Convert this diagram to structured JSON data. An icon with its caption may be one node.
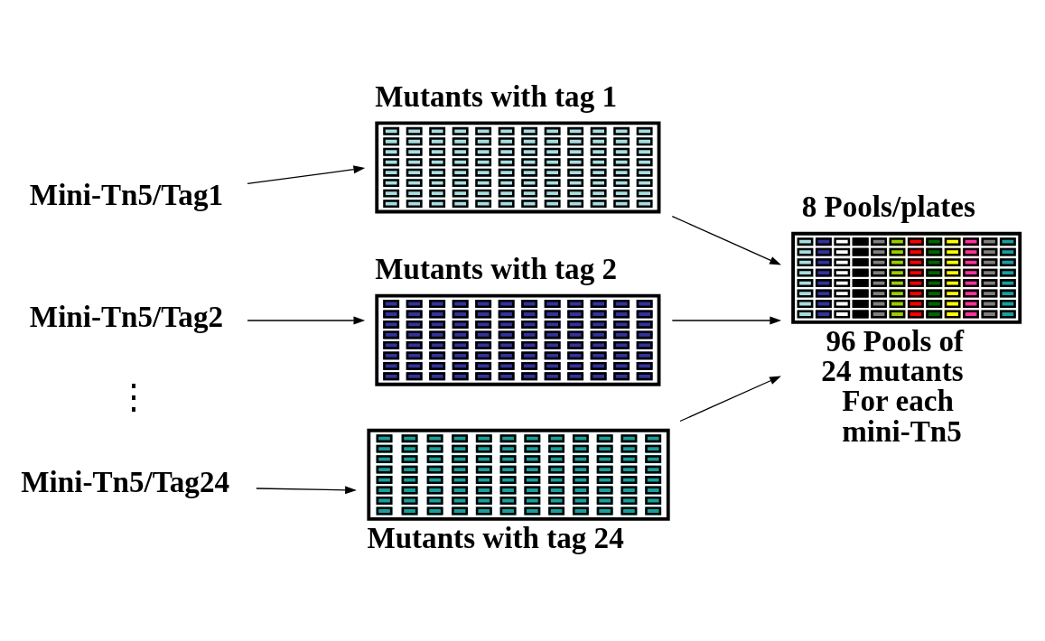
{
  "diagram": {
    "nodes": [
      {
        "text": [
          "Mini-Tn5/Tag1"
        ]
      },
      {
        "text": [
          "Mutants with tag 1"
        ]
      },
      {
        "text": [
          "Mini-Tn5/Tag2"
        ]
      },
      {
        "text": [
          "Mutants with tag 2"
        ]
      },
      {
        "text": [
          "Mini-Tn5/Tag24"
        ]
      },
      {
        "text": [
          "Mutants with tag 24"
        ]
      },
      {
        "text": [
          "8 Pools/plates",
          "96 Pools of 24 mutants For each mini-Tn5"
        ]
      }
    ],
    "edges": [
      {
        "from": 0,
        "to": 1,
        "arrow": "to"
      },
      {
        "from": 2,
        "to": 3,
        "arrow": "to"
      },
      {
        "from": 4,
        "to": 5,
        "arrow": "to"
      },
      {
        "from": 1,
        "to": 6,
        "arrow": "to"
      },
      {
        "from": 3,
        "to": 6,
        "arrow": "to"
      },
      {
        "from": 5,
        "to": 6,
        "arrow": "to"
      }
    ],
    "labels": [
      "⋮"
    ]
  }
}
